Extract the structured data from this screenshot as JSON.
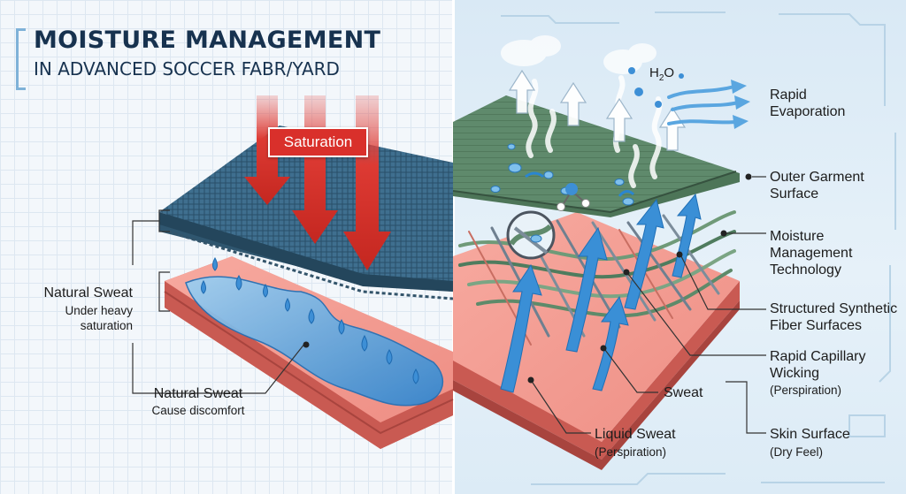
{
  "title": {
    "main": "MOISTURE MANAGEMENT",
    "sub": "IN ADVANCED SOCCER FABR/YARD"
  },
  "left_panel": {
    "badge": "Saturation",
    "label_sweat_1": {
      "title": "Natural Sweat",
      "line2": "Under heavy",
      "line3": "saturation"
    },
    "label_sweat_2": {
      "title": "Natural Sweat",
      "line2": "Cause discomfort"
    }
  },
  "right_panel": {
    "h2o_base": "H",
    "h2o_sub": "2",
    "h2o_end": "O",
    "labels": {
      "evaporation": [
        "Rapid",
        "Evaporation"
      ],
      "outer_surface": [
        "Outer Garment",
        "Surface"
      ],
      "moisture_tech": [
        "Moisture",
        "Management",
        "Technology"
      ],
      "fiber_surfaces": [
        "Structured Synthetic",
        "Fiber Surfaces"
      ],
      "wicking": [
        "Rapid Capillary",
        "Wicking"
      ],
      "wicking_note": "(Perspiration)",
      "sweat": "Sweat",
      "liquid_sweat": "Liquid Sweat",
      "liquid_note": "(Perspiration)",
      "skin_surface": "Skin Surface",
      "skin_note": "(Dry Feel)"
    }
  },
  "colors": {
    "title": "#17324f",
    "saturation_red": "#d9302b",
    "fabric_blue": "#3f6f8f",
    "fabric_green": "#5f8a6c",
    "skin": "#f08f86",
    "sweat_blue": "#3d8fd6",
    "wick_arrow": "#3a8fd6"
  }
}
